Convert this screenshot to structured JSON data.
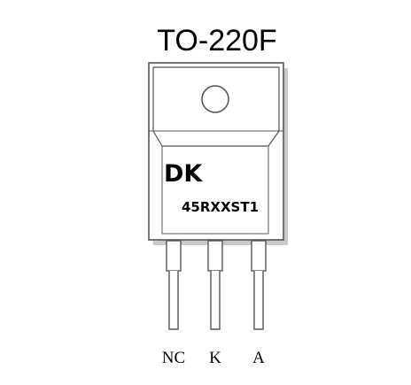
{
  "package": {
    "title": "TO-220F",
    "brand": "DK",
    "part_number": "45RXXST1"
  },
  "pins": [
    {
      "label": "NC"
    },
    {
      "label": "K"
    },
    {
      "label": "A"
    }
  ],
  "colors": {
    "outline": "#555555",
    "shadow": "#c9c9c9",
    "background": "#ffffff"
  }
}
